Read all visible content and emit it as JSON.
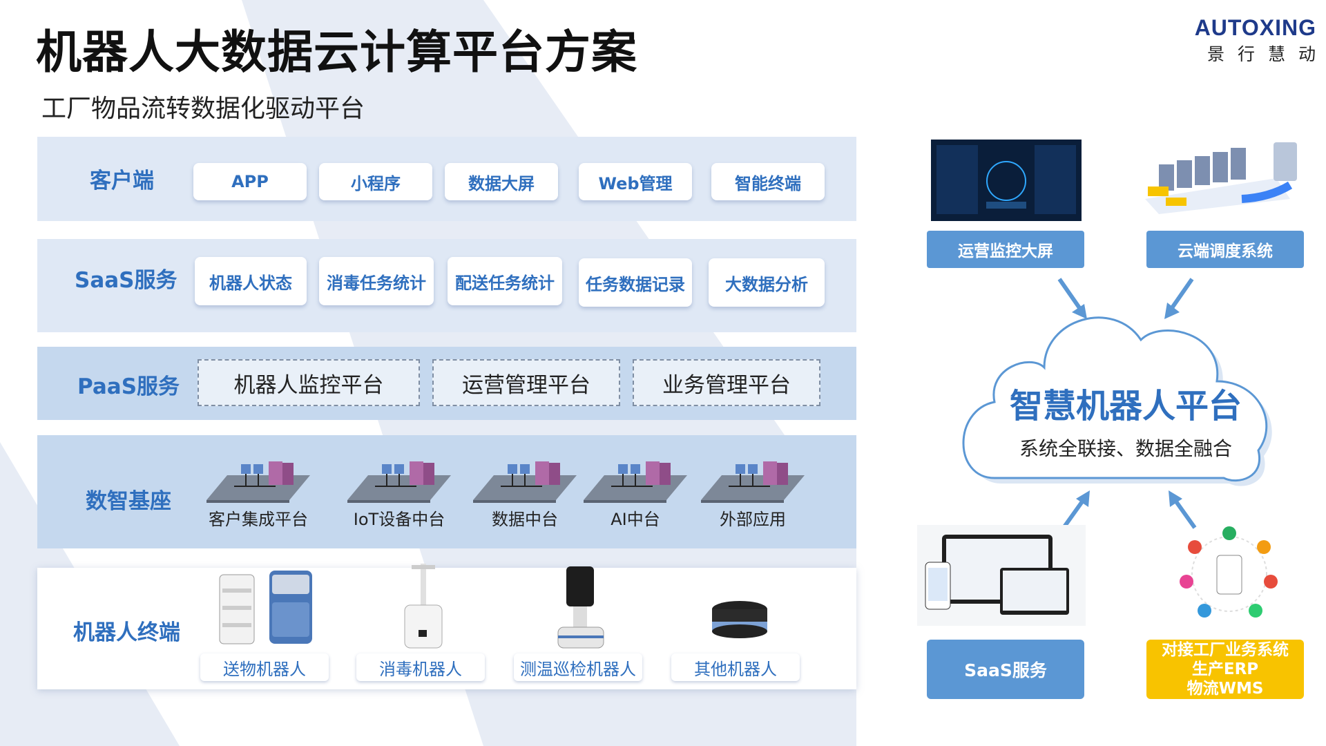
{
  "title": "机器人大数据云计算平台方案",
  "subtitle": "工厂物品流转数据化驱动平台",
  "logo": {
    "brand": "AUTOXING",
    "cn": "景行慧动"
  },
  "colors": {
    "accent": "#2f6fbe",
    "button_blue": "#5b97d4",
    "button_yellow": "#f8c300",
    "layer_bg": "#c5d8ee"
  },
  "layers": {
    "client": {
      "label": "客户端",
      "items": [
        "APP",
        "小程序",
        "数据大屏",
        "Web管理",
        "智能终端"
      ]
    },
    "saas": {
      "label": "SaaS服务",
      "items": [
        "机器人状态",
        "消毒任务统计",
        "配送任务统计",
        "任务数据记录",
        "大数据分析"
      ]
    },
    "paas": {
      "label": "PaaS服务",
      "items": [
        "机器人监控平台",
        "运营管理平台",
        "业务管理平台"
      ]
    },
    "base": {
      "label": "数智基座",
      "items": [
        "客户集成平台",
        "IoT设备中台",
        "数据中台",
        "AI中台",
        "外部应用"
      ]
    },
    "terminal": {
      "label": "机器人终端",
      "items": [
        "送物机器人",
        "消毒机器人",
        "测温巡检机器人",
        "其他机器人"
      ]
    }
  },
  "right": {
    "monitor_btn": "运营监控大屏",
    "dispatch_btn": "云端调度系统",
    "cloud_title": "智慧机器人平台",
    "cloud_sub": "系统全联接、数据全融合",
    "saas_btn": "SaaS服务",
    "erp_lines": [
      "对接工厂业务系统",
      "生产ERP",
      "物流WMS"
    ]
  }
}
